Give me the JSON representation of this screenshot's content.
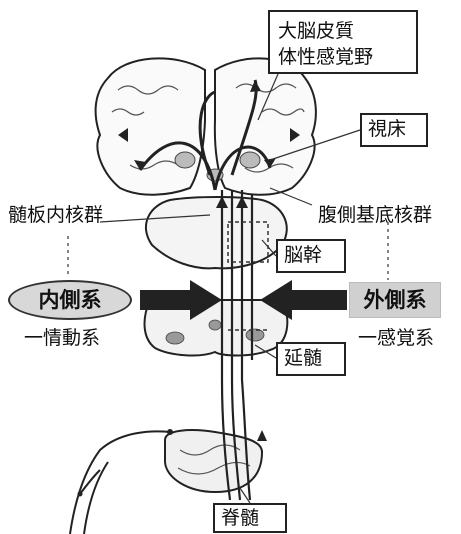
{
  "labels": {
    "cortex_line1": "大脳皮質",
    "cortex_line2": "体性感覚野",
    "thalamus": "視床",
    "intralaminar_nuclei": "髄板内核群",
    "ventrobasal_nuclei": "腹側基底核群",
    "brainstem": "脳幹",
    "medial_system": "内側系",
    "lateral_system": "外側系",
    "emotional_system": "一情動系",
    "sensory_system": "一感覚系",
    "medulla": "延髄",
    "spinal_cord": "脊髄"
  },
  "icons": [
    "brain-cortex-icon",
    "thalamus-icon",
    "brainstem-icon",
    "medulla-icon",
    "spinal-cord-icon"
  ],
  "colors": {
    "ink": "#111111",
    "medial_fill": "#d8d8d8",
    "lateral_fill": "#d0d0d0",
    "arrow": "#222222"
  }
}
